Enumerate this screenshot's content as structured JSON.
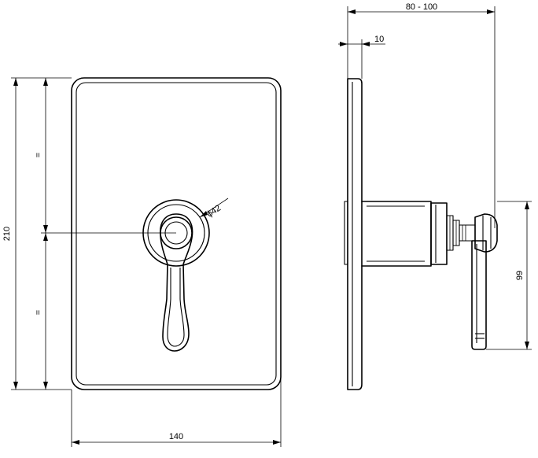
{
  "front_view": {
    "height_dim": "210",
    "width_dim": "140",
    "upper_equal": "=",
    "lower_equal": "=",
    "diameter_dim": "ϕ42"
  },
  "side_view": {
    "depth_range_dim": "80 - 100",
    "plate_thickness_dim": "10",
    "lever_height_dim": "99"
  }
}
